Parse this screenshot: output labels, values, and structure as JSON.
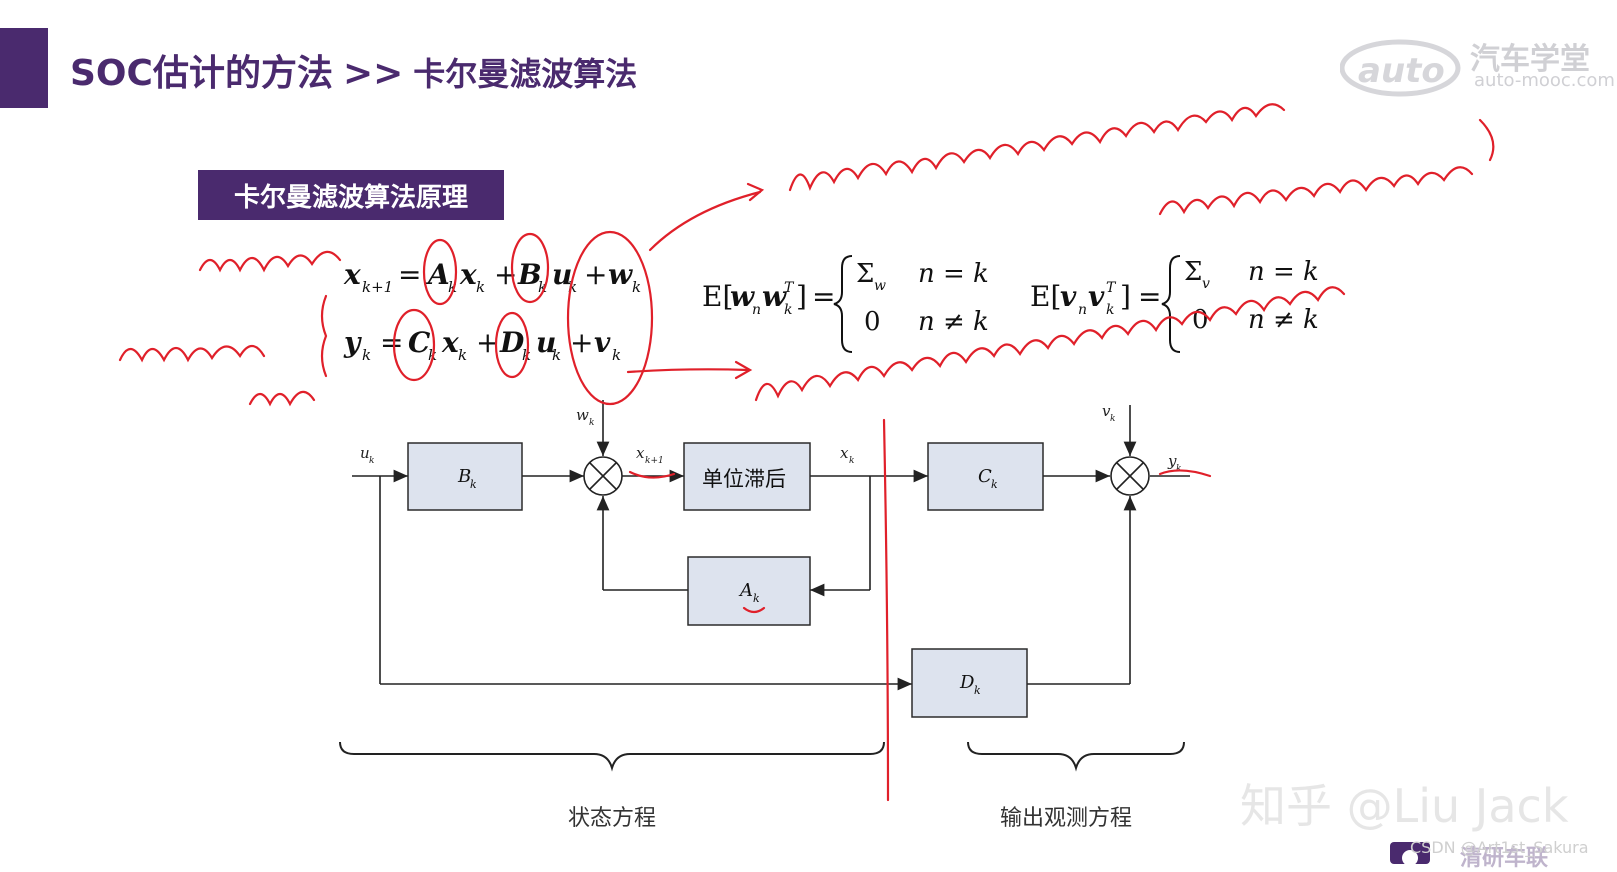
{
  "header": {
    "title_main": "SOC估计的方法",
    "separator": ">>",
    "title_sub": "卡尔曼滤波算法"
  },
  "logo": {
    "name_cn": "汽车学堂",
    "domain": "auto-mooc.com",
    "mark": "auto"
  },
  "section": {
    "label": "卡尔曼滤波算法原理"
  },
  "equations": {
    "state": "x_{k+1} = A_k x_k + B_k u_k + w_k",
    "observe": "y_k = C_k x_k + D_k u_k + v_k",
    "w_cov_case1": "Σ_w  n = k",
    "w_cov_case2": "0  n ≠ k",
    "v_cov_case1": "Σ_v  n = k",
    "v_cov_case2": "0  n ≠ k"
  },
  "diagram": {
    "blocks": {
      "b": "B",
      "delay": "单位滞后",
      "c": "C",
      "a": "A",
      "d": "D"
    },
    "signals": {
      "u": "u",
      "w": "w",
      "x_next": "x",
      "x": "x",
      "v": "v",
      "y": "y"
    },
    "captions": {
      "state": "状态方程",
      "observe": "输出观测方程"
    }
  },
  "watermark": {
    "zhihu": "知乎 @Liu Jack",
    "csdn": "CSDN @Art1st_Sakura",
    "bottom_brand": "清研车联"
  },
  "colors": {
    "brand": "#4a2a6e",
    "ink": "#e0202a",
    "block_fill": "#dde3ee",
    "block_stroke": "#2b2b2b"
  }
}
